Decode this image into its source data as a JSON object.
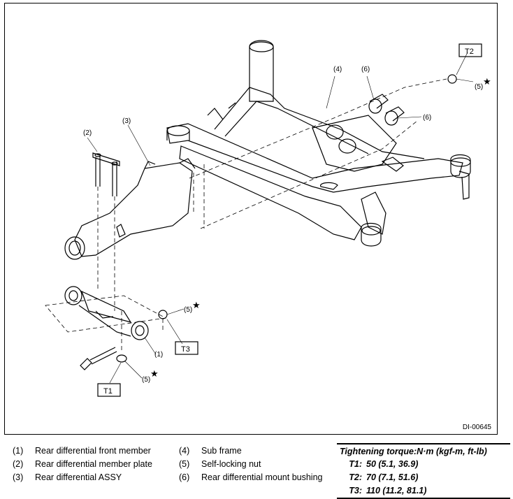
{
  "diagram": {
    "code": "DI-00645",
    "callouts": {
      "c1": "(1)",
      "c2": "(2)",
      "c3": "(3)",
      "c4": "(4)",
      "c5a": "(5)",
      "c5b": "(5)",
      "c5c": "(5)",
      "c6a": "(6)",
      "c6b": "(6)"
    },
    "torque_boxes": {
      "t1": "T1",
      "t2": "T2",
      "t3": "T3"
    }
  },
  "legend": {
    "col1": [
      {
        "num": "(1)",
        "label": "Rear differential front member"
      },
      {
        "num": "(2)",
        "label": "Rear differential member plate"
      },
      {
        "num": "(3)",
        "label": "Rear differential ASSY"
      }
    ],
    "col2": [
      {
        "num": "(4)",
        "label": "Sub frame"
      },
      {
        "num": "(5)",
        "label": "Self-locking nut"
      },
      {
        "num": "(6)",
        "label": "Rear differential mount bushing"
      }
    ]
  },
  "torque": {
    "heading": "Tightening torque:N·m (kgf-m, ft-lb)",
    "rows": [
      {
        "key": "T1:",
        "value": "50 (5.1, 36.9)"
      },
      {
        "key": "T2:",
        "value": "70 (7.1, 51.6)"
      },
      {
        "key": "T3:",
        "value": "110 (11.2, 81.1)"
      }
    ]
  }
}
